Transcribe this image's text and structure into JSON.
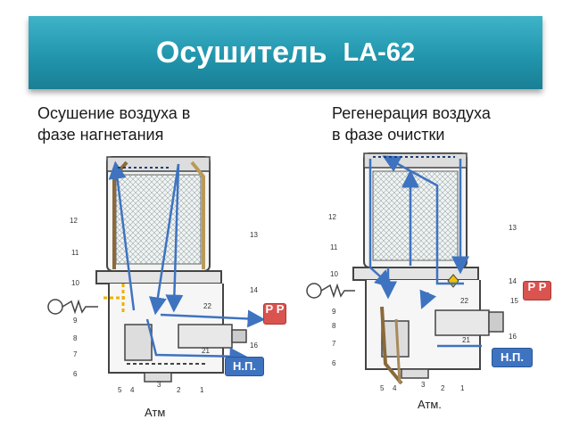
{
  "title": {
    "main": "Осушитель",
    "model": "LA-62"
  },
  "left_panel": {
    "caption_line1": "Осушение воздуха в",
    "caption_line2": "фазе нагнетания",
    "badge_np": "Н.П.",
    "badge_pr": "Р Р",
    "atm_label": "Атм"
  },
  "right_panel": {
    "caption_line1": "Регенерация воздуха",
    "caption_line2": "в фазе очистки",
    "badge_np": "Н.П.",
    "badge_pr": "Р Р",
    "atm_label": "Атм."
  },
  "part_numbers": [
    "1",
    "2",
    "3",
    "4",
    "5",
    "6",
    "7",
    "8",
    "9",
    "10",
    "11",
    "12",
    "13",
    "14",
    "15",
    "16",
    "21",
    "22"
  ],
  "colors": {
    "banner": "#2196ad",
    "flow_arrow": "#3e73c0",
    "np_badge": "#3e73c0",
    "pr_badge": "#d9534f",
    "brown_flow": "#8a6a3a"
  }
}
